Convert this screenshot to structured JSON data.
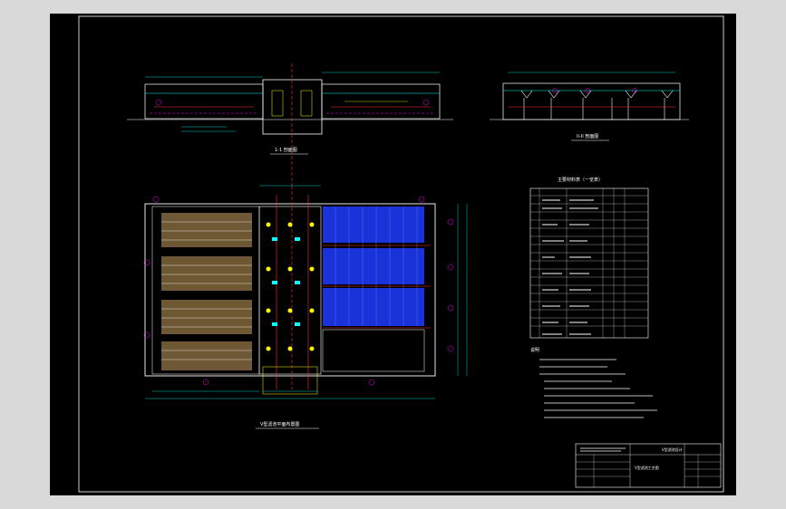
{
  "viewer": {
    "background": "#d9d9d9",
    "sheet_bg": "#000000"
  },
  "drawing": {
    "section_1_1_title": "1-1 剖面图",
    "section_2_2_title": "II-II 剖面图",
    "plan_title": "V型滤池平面布置图",
    "table_title": "主要材料表（一览表）",
    "notes_title": "说明",
    "title_block": {
      "project": "V型滤池设计",
      "drawing_name": "V型滤池工艺图"
    },
    "colors": {
      "frame": "#ffffff",
      "structure": "#ffffff",
      "dimension": "#00ffff",
      "pipe_red": "#ff3333",
      "pipe_magenta": "#ff00ff",
      "label_yellow": "#ffff00",
      "filter_blue": "#1e3cff",
      "wood": "#c8a060",
      "green": "#00ff00"
    }
  }
}
